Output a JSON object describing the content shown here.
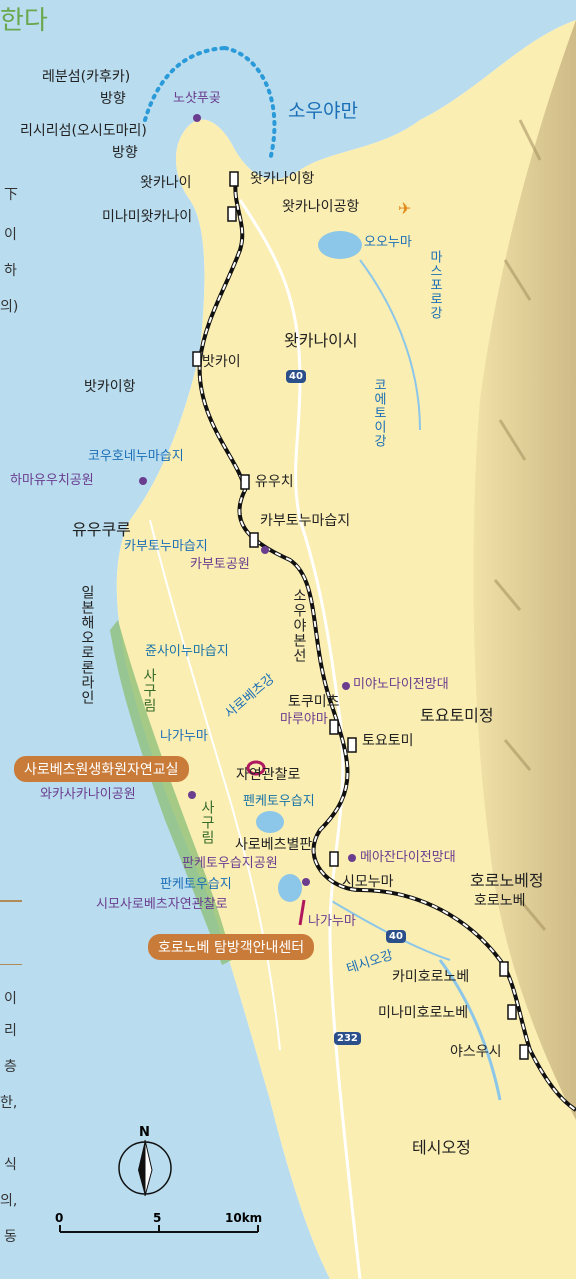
{
  "title": "한다",
  "places": {
    "rebun": "레분섬(카후카)",
    "rebun_dir": "방향",
    "rishiri": "리시리섬(오시도마리)",
    "rishiri_dir": "방향",
    "noshappu": "노샷푸곶",
    "soya_bay": "소우야만",
    "wakkanai": "왓카나이",
    "wakkanai_port": "왓카나이항",
    "wakkanai_airport": "왓카나이공항",
    "minami_wakkanai": "미나미왓카나이",
    "oonuma": "오오누마",
    "masuporo_river": "마스포로강",
    "wakkanai_city": "왓카나이시",
    "bakkai": "밧카이",
    "bakkai_port": "밧카이항",
    "koetoi_river": "코에토이강",
    "kouhone_marsh": "코우호네누마습지",
    "hamayuchi_park": "하마유우치공원",
    "yuuchi": "유우치",
    "yuukuru": "유우쿠루",
    "kabuto_marsh1": "카부토누마습지",
    "kabuto_marsh2": "카부토누마습지",
    "kabuto_park": "카부토공원",
    "sea_road": "일본해오로론라인",
    "soya_line": "소우야본선",
    "junsai_marsh": "쥰사이누마습지",
    "sakyu_rin": "사구림",
    "sarobetsu_river": "사로베츠강",
    "miyanodai": "미야노다이전망대",
    "tokumitsu": "토쿠미츠",
    "maruyama": "마루야마",
    "toyotomi_town": "토요토미정",
    "naganuma1": "나가누마",
    "sarobetsu_school": "사로베츠원생화원자연교실",
    "toyotomi": "토요토미",
    "nature_trail": "자연관찰로",
    "wakasakanai_park": "와카사카나이공원",
    "penketo": "펜케토우습지",
    "sakyu_rin2": "사구림",
    "sarobetsu_field": "사로베츠별판",
    "meajandai": "메아잔다이전망대",
    "panketo_park": "판케토우습지공원",
    "shimonuma": "시모누마",
    "horonobe_town": "호로노베정",
    "panketo": "판케토우습지",
    "horonobe": "호로노베",
    "shimo_trail": "시모사로베츠자연관찰로",
    "naganuma2": "나가누마",
    "horonobe_center": "호로노베 탐방객안내센터",
    "teshio_river": "테시오강",
    "kami_horonobe": "카미호로노베",
    "minami_horonobe": "미나미호로노베",
    "yasushi": "야스우시",
    "teshio_town": "테시오정"
  },
  "routes": {
    "r40a": "40",
    "r40b": "40",
    "r232": "232"
  },
  "compass": {
    "north": "N"
  },
  "scale": {
    "zero": "0",
    "mid": "5",
    "end": "10km"
  },
  "side_text": {
    "l1": "下",
    "l2": "이",
    "l3": "하",
    "l4": "의)",
    "b1": "이",
    "b2": "리",
    "b3": "층",
    "b4": "한,",
    "b5": "식",
    "b6": "의,",
    "b7": "동"
  },
  "colors": {
    "sea": "#b9dcef",
    "land": "#fbeeb3",
    "hills": "#c9b98a",
    "rail": "#111111",
    "water_label": "#1b6fb7",
    "poi": "#6a3d8f",
    "pill": "#c97b3a"
  }
}
